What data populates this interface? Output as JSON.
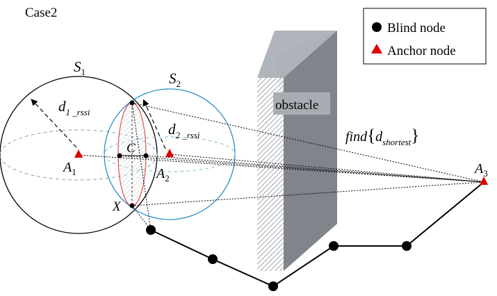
{
  "case_label": "Case2",
  "legend": {
    "blind_node_label": "Blind node",
    "anchor_node_label": "Anchor node"
  },
  "spheres": {
    "s1": {
      "name": "S",
      "subscript": "1"
    },
    "s2": {
      "name": "S",
      "subscript": "2"
    }
  },
  "distances": {
    "d1": {
      "name": "d",
      "subscript": "1 _rssi"
    },
    "d2": {
      "name": "d",
      "subscript": "2 _rssi"
    }
  },
  "anchors": {
    "a1": {
      "name": "A",
      "subscript": "1"
    },
    "a2": {
      "name": "A",
      "subscript": "2"
    },
    "a3": {
      "name": "A",
      "subscript": "3"
    }
  },
  "points": {
    "c": "C",
    "x": "X"
  },
  "obstacle_label": "obstacle",
  "find_expression": {
    "func": "find",
    "open_brace": "{",
    "var": "d",
    "subscript": "shortest",
    "close_brace": "}"
  },
  "colors": {
    "anchor": "#e00000",
    "blind_node": "#000000",
    "sphere1": "#000000",
    "sphere2": "#2a8fc8",
    "intersection": "#e05050",
    "obstacle_front": "#9a9fa6",
    "obstacle_side": "#7b8087"
  }
}
